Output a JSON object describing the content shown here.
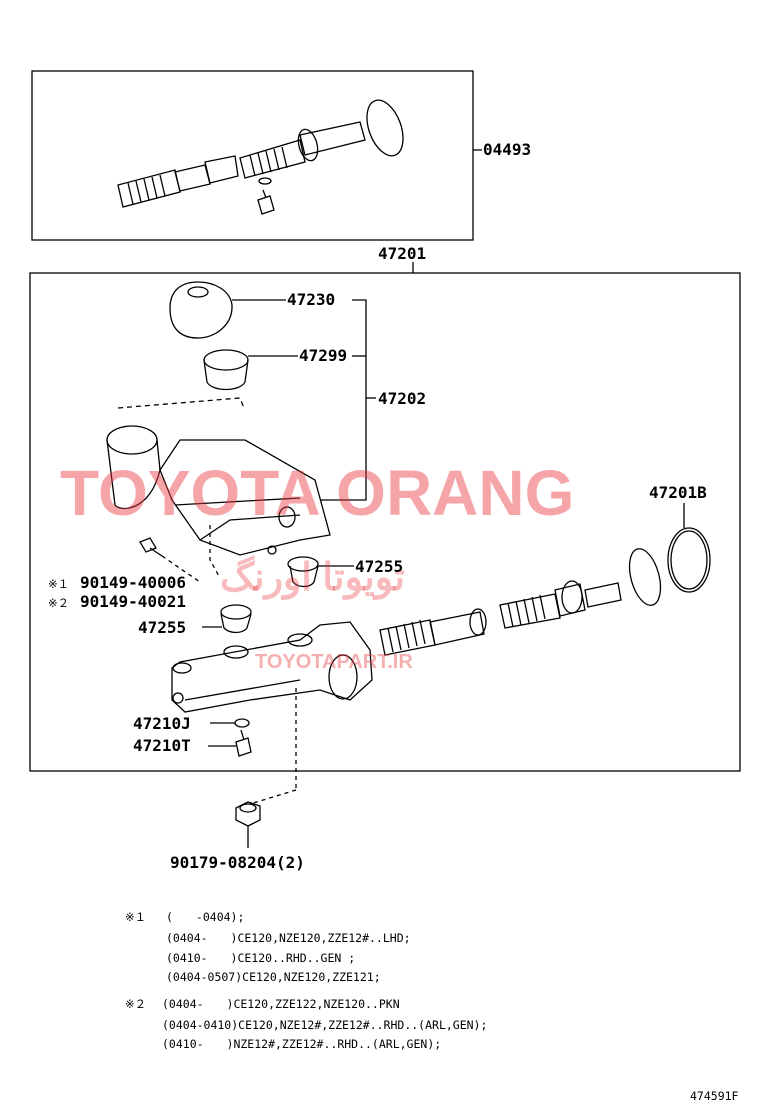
{
  "parts": {
    "p04493": "04493",
    "p47201": "47201",
    "p47230": "47230",
    "p47299": "47299",
    "p47202": "47202",
    "p47201B": "47201B",
    "p47255a": "47255",
    "p47255b": "47255",
    "bolt1": "90149-40006",
    "bolt2": "90149-40021",
    "bolt1_mark": "※１",
    "bolt2_mark": "※２",
    "p47210J": "47210J",
    "p47210T": "47210T",
    "nut": "90179-08204(2)"
  },
  "notes": {
    "n1_mark": "※１",
    "n1_l1": "(　　-0404);",
    "n1_l2": "(0404-　　)CE120,NZE120,ZZE12#..LHD;",
    "n1_l3": "(0410-　　)CE120..RHD..GEN ;",
    "n1_l4": "(0404-0507)CE120,NZE120,ZZE121;",
    "n2_mark": "※２",
    "n2_l1": "(0404-　　)CE120,ZZE122,NZE120..PKN",
    "n2_l2": "(0404-0410)CE120,NZE12#,ZZE12#..RHD..(ARL,GEN);",
    "n2_l3": "(0410-　　)NZE12#,ZZE12#..RHD..(ARL,GEN);"
  },
  "watermark": {
    "main": "TOYOTA ORANG",
    "persian": "تویوتا اورنگ",
    "url": "TOYOTAPART.IR",
    "color": "#e8373d"
  },
  "diagram_id": "474591F"
}
